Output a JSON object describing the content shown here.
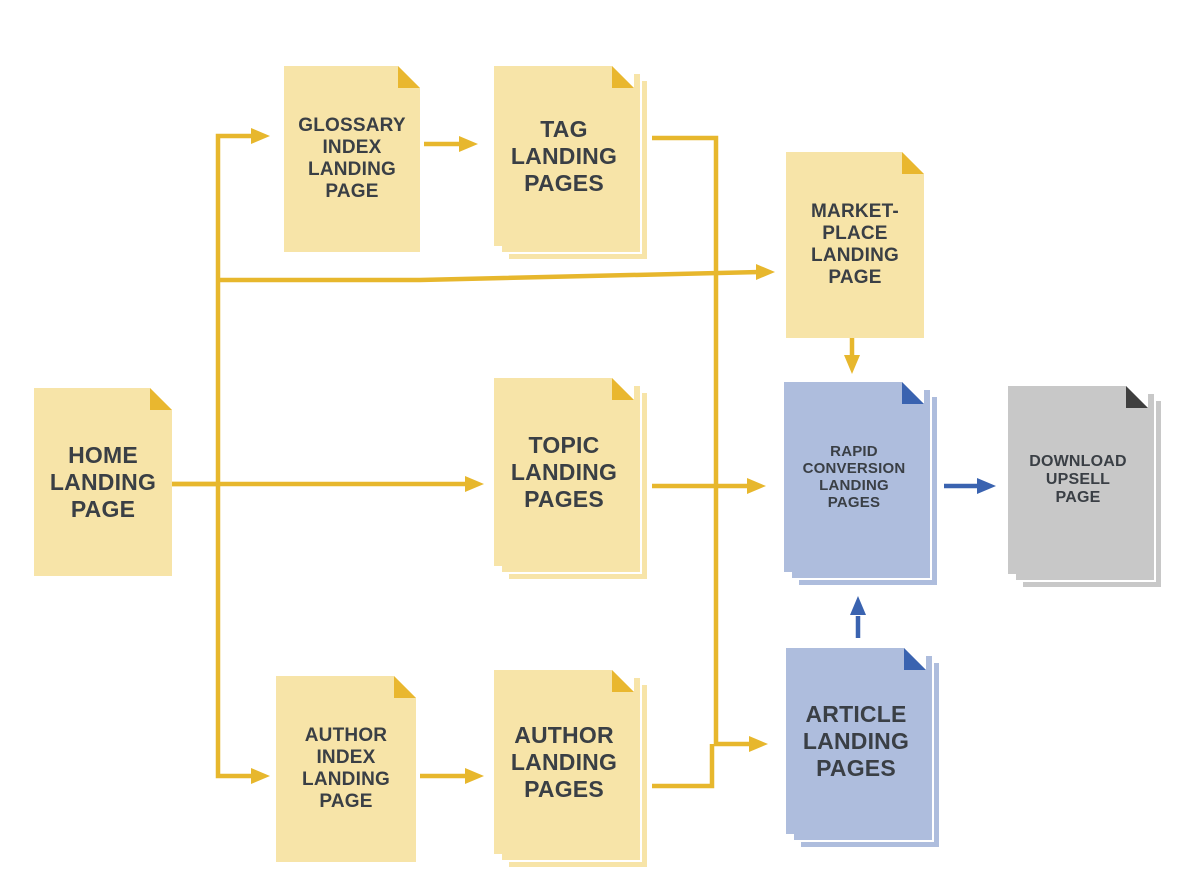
{
  "colors": {
    "yellow_fill": "#f7e4a8",
    "yellow_corner": "#e9b72f",
    "yellow_arrow": "#e7b72d",
    "blue_fill": "#aebddd",
    "blue_corner": "#3a63b0",
    "blue_arrow": "#3a63b0",
    "gray_fill": "#c8c8c8",
    "gray_corner": "#3f3f3f",
    "label_text": "#3a3f45"
  },
  "nodes": {
    "home": {
      "label": "HOME\nLANDING\nPAGE",
      "color": "yellow",
      "stacked": false
    },
    "glossary_index": {
      "label": "GLOSSARY\nINDEX\nLANDING\nPAGE",
      "color": "yellow",
      "stacked": false
    },
    "tag": {
      "label": "TAG\nLANDING\nPAGES",
      "color": "yellow",
      "stacked": true
    },
    "marketplace": {
      "label": "MARKET-\nPLACE\nLANDING\nPAGE",
      "color": "yellow",
      "stacked": false
    },
    "topic": {
      "label": "TOPIC\nLANDING\nPAGES",
      "color": "yellow",
      "stacked": true
    },
    "rapid_conversion": {
      "label": "RAPID\nCONVERSION\nLANDING\nPAGES",
      "color": "blue",
      "stacked": true
    },
    "download_upsell": {
      "label": "DOWNLOAD\nUPSELL\nPAGE",
      "color": "gray",
      "stacked": true
    },
    "author_index": {
      "label": "AUTHOR\nINDEX\nLANDING\nPAGE",
      "color": "yellow",
      "stacked": false
    },
    "author": {
      "label": "AUTHOR\nLANDING\nPAGES",
      "color": "yellow",
      "stacked": true
    },
    "article": {
      "label": "ARTICLE\nLANDING\nPAGES",
      "color": "blue",
      "stacked": true
    }
  },
  "edges": [
    {
      "from": "home",
      "to": "glossary_index",
      "color": "yellow"
    },
    {
      "from": "home",
      "to": "marketplace",
      "color": "yellow"
    },
    {
      "from": "home",
      "to": "topic",
      "color": "yellow"
    },
    {
      "from": "home",
      "to": "author_index",
      "color": "yellow"
    },
    {
      "from": "glossary_index",
      "to": "tag",
      "color": "yellow"
    },
    {
      "from": "author_index",
      "to": "author",
      "color": "yellow"
    },
    {
      "from": "tag",
      "to": "article",
      "color": "yellow"
    },
    {
      "from": "author",
      "to": "article",
      "color": "yellow"
    },
    {
      "from": "topic",
      "to": "rapid_conversion",
      "color": "yellow"
    },
    {
      "from": "marketplace",
      "to": "rapid_conversion",
      "color": "yellow"
    },
    {
      "from": "rapid_conversion",
      "to": "download_upsell",
      "color": "blue"
    },
    {
      "from": "article",
      "to": "rapid_conversion",
      "color": "blue"
    }
  ]
}
